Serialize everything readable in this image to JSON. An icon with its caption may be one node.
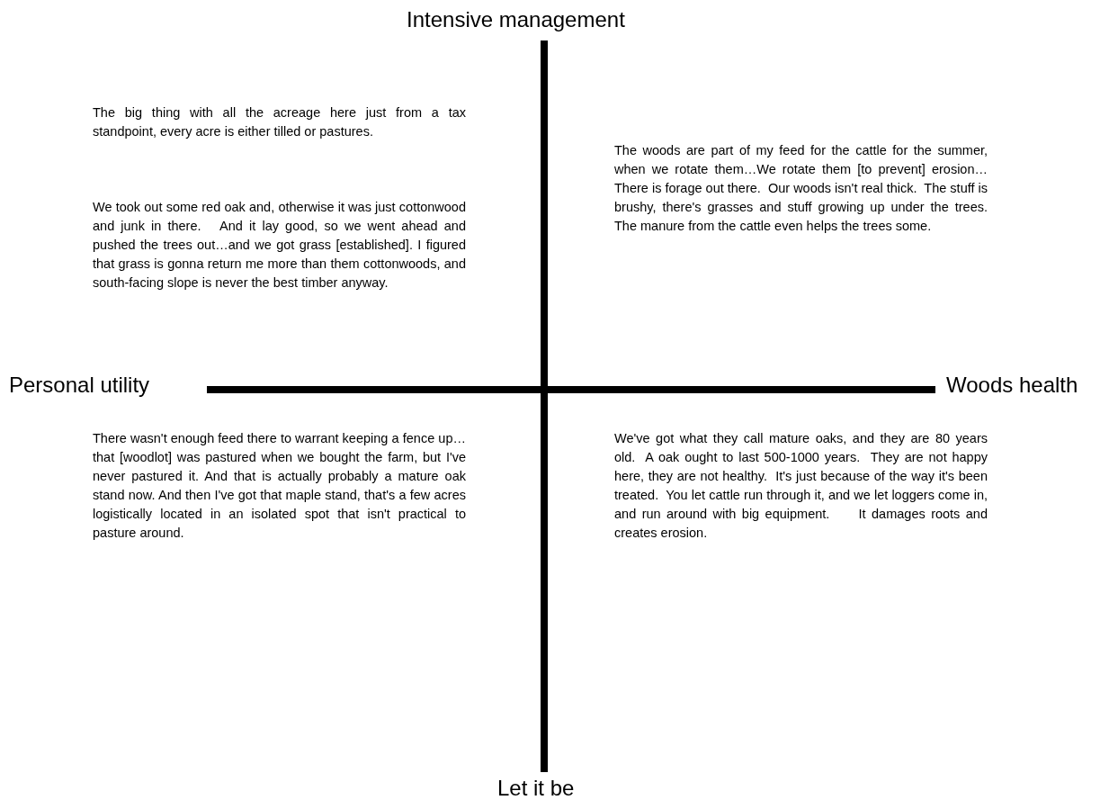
{
  "diagram": {
    "labels": [
      "Intensive management",
      "The big thing with all the acreage here just from a tax standpoint, every acre is either tilled or pastures.",
      "We took out some red oak and, otherwise it was just cottonwood and junk in there.   And it lay good, so we went ahead and pushed the trees out…and we got grass [established]. I figured that grass is gonna return me more than them cottonwoods, and south-facing slope is never the best timber anyway.",
      "The woods are part of my feed for the cattle for the summer, when we rotate them…We rotate them [to prevent] erosion…There is forage out there.  Our woods isn't real thick.  The stuff is brushy, there's grasses and stuff growing up under the trees.   The manure from the cattle even helps the trees some.",
      "Personal utility",
      "Woods health",
      "There wasn't enough feed there to warrant keeping a fence up…that [woodlot] was pastured when we bought the farm, but I've never pastured it. And that is actually probably a mature oak stand now. And then I've got that maple stand, that's a few acres logistically located in an isolated spot that isn't practical to pasture around.",
      "We've got what they call mature oaks, and they are 80 years old.  A oak ought to last 500-1000 years.  They are not happy here, they are not healthy.  It's just because of the way it's been treated.  You let cattle run through it, and we let loggers come in, and run around with big equipment.     It damages roots and creates erosion.",
      "Let it be"
    ]
  }
}
